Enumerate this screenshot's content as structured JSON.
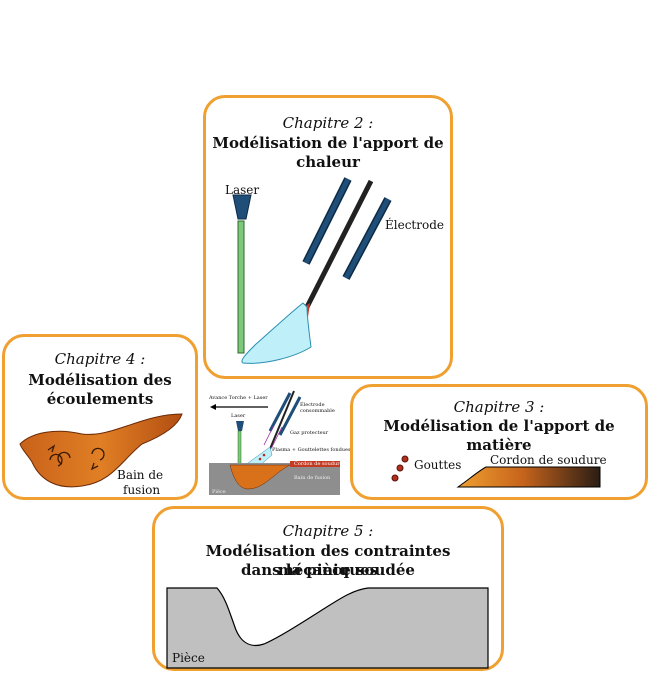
{
  "cards": {
    "ch2": {
      "chapter": "Chapitre 2 :",
      "title_line1": "Modélisation de l'apport de",
      "title_line2": "chaleur",
      "laser": "Laser",
      "electrode": "Électrode"
    },
    "ch4": {
      "chapter": "Chapitre 4 :",
      "title_line1": "Modélisation des",
      "title_line2": "écoulements",
      "pool_line1": "Bain de",
      "pool_line2": "fusion"
    },
    "ch3": {
      "chapter": "Chapitre 3 :",
      "title": "Modélisation de l'apport de matière",
      "drops": "Gouttes",
      "bead": "Cordon de soudure"
    },
    "ch5": {
      "chapter": "Chapitre 5 :",
      "title_line1": "Modélisation des contraintes mécaniques",
      "title_line2": "dans la pièce soudée",
      "part": "Pièce"
    }
  },
  "center": {
    "advance": "Avance Torche + Laser",
    "laser": "Laser",
    "electrode_line1": "Électrode",
    "electrode_line2": "consommable",
    "gas": "Gaz protecteur",
    "plasma": "Plasma + Gouttelettes fondues",
    "bead": "Cordon de soudure",
    "pool": "Bain de fusion",
    "part": "Pièce"
  },
  "colors": {
    "border": "#f0a030",
    "laser_nozzle": "#1f4e79",
    "laser_beam": "#7dc87a",
    "electrode_guide": "#1f4e79",
    "arc": "#bfeff8",
    "molten": "#d9701a",
    "bead_dark": "#2a1d14",
    "part_gray": "#c0c0c0"
  }
}
